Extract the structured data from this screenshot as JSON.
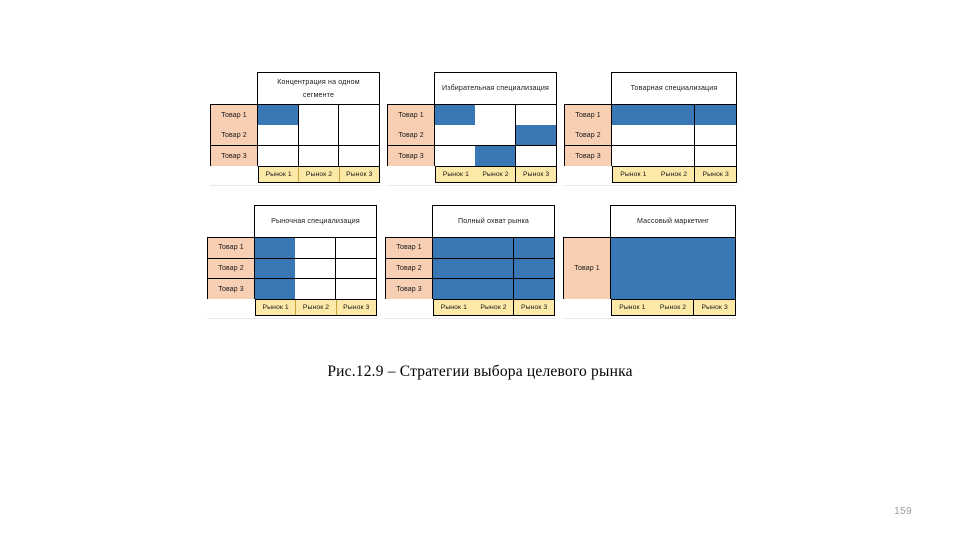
{
  "page": {
    "number": "159",
    "background": "#ffffff"
  },
  "caption": {
    "text": "Рис.12.9 – Стратегии выбора целевого рынка"
  },
  "colors": {
    "selected_cell": "#3a78b5",
    "row_label_fill": "#f9cfb4",
    "column_header_fill": "#fce9a8",
    "grid_line": "#000000",
    "page_number": "#9a9a9a"
  },
  "chart_data": {
    "type": "heatmap",
    "title": "Стратегии выбора целевого рынка",
    "xlabel": "",
    "ylabel": "",
    "legend": [],
    "grid": true,
    "categories": [
      "Рынок 1",
      "Рынок 2",
      "Рынок 3"
    ],
    "rows": [
      "Товар 1",
      "Товар 2",
      "Товар 3"
    ],
    "panels": [
      {
        "title": "Концентрация на одном сегменте",
        "matrix": [
          [
            1,
            0,
            0
          ],
          [
            0,
            0,
            0
          ],
          [
            0,
            0,
            0
          ]
        ]
      },
      {
        "title": "Избирательная специализация",
        "matrix": [
          [
            1,
            0,
            0
          ],
          [
            0,
            0,
            1
          ],
          [
            0,
            1,
            0
          ]
        ]
      },
      {
        "title": "Товарная специализация",
        "matrix": [
          [
            1,
            1,
            1
          ],
          [
            0,
            0,
            0
          ],
          [
            0,
            0,
            0
          ]
        ]
      },
      {
        "title": "Рыночная специализация",
        "matrix": [
          [
            1,
            0,
            0
          ],
          [
            1,
            0,
            0
          ],
          [
            1,
            0,
            0
          ]
        ]
      },
      {
        "title": "Полный охват рынка",
        "matrix": [
          [
            1,
            1,
            1
          ],
          [
            1,
            1,
            1
          ],
          [
            1,
            1,
            1
          ]
        ]
      },
      {
        "title": "Массовый маркетинг",
        "matrix": [
          [
            1,
            1,
            1
          ]
        ],
        "rows": [
          "Товар 1"
        ],
        "merged": true
      }
    ]
  },
  "diagrams": [
    {
      "title": "Концентрация на одном сегменте",
      "row_labels": [
        "Товар 1",
        "Товар 2",
        "Товар 3"
      ],
      "column_labels": [
        "Рынок 1",
        "Рынок 2",
        "Рынок 3"
      ]
    },
    {
      "title": "Избирательная специализация",
      "row_labels": [
        "Товар 1",
        "Товар 2",
        "Товар 3"
      ],
      "column_labels": [
        "Рынок 1",
        "Рынок 2",
        "Рынок 3"
      ]
    },
    {
      "title": "Товарная специализация",
      "row_labels": [
        "Товар 1",
        "Товар 2",
        "Товар 3"
      ],
      "column_labels": [
        "Рынок 1",
        "Рынок 2",
        "Рынок 3"
      ]
    },
    {
      "title": "Рыночная специализация",
      "row_labels": [
        "Товар 1",
        "Товар 2",
        "Товар 3"
      ],
      "column_labels": [
        "Рынок 1",
        "Рынок 2",
        "Рынок 3"
      ]
    },
    {
      "title": "Полный охват рынка",
      "row_labels": [
        "Товар 1",
        "Товар 2",
        "Товар 3"
      ],
      "column_labels": [
        "Рынок 1",
        "Рынок 2",
        "Рынок 3"
      ]
    },
    {
      "title": "Массовый маркетинг",
      "row_labels": [
        "Товар 1"
      ],
      "column_labels": [
        "Рынок 1",
        "Рынок 2",
        "Рынок 3"
      ]
    }
  ]
}
